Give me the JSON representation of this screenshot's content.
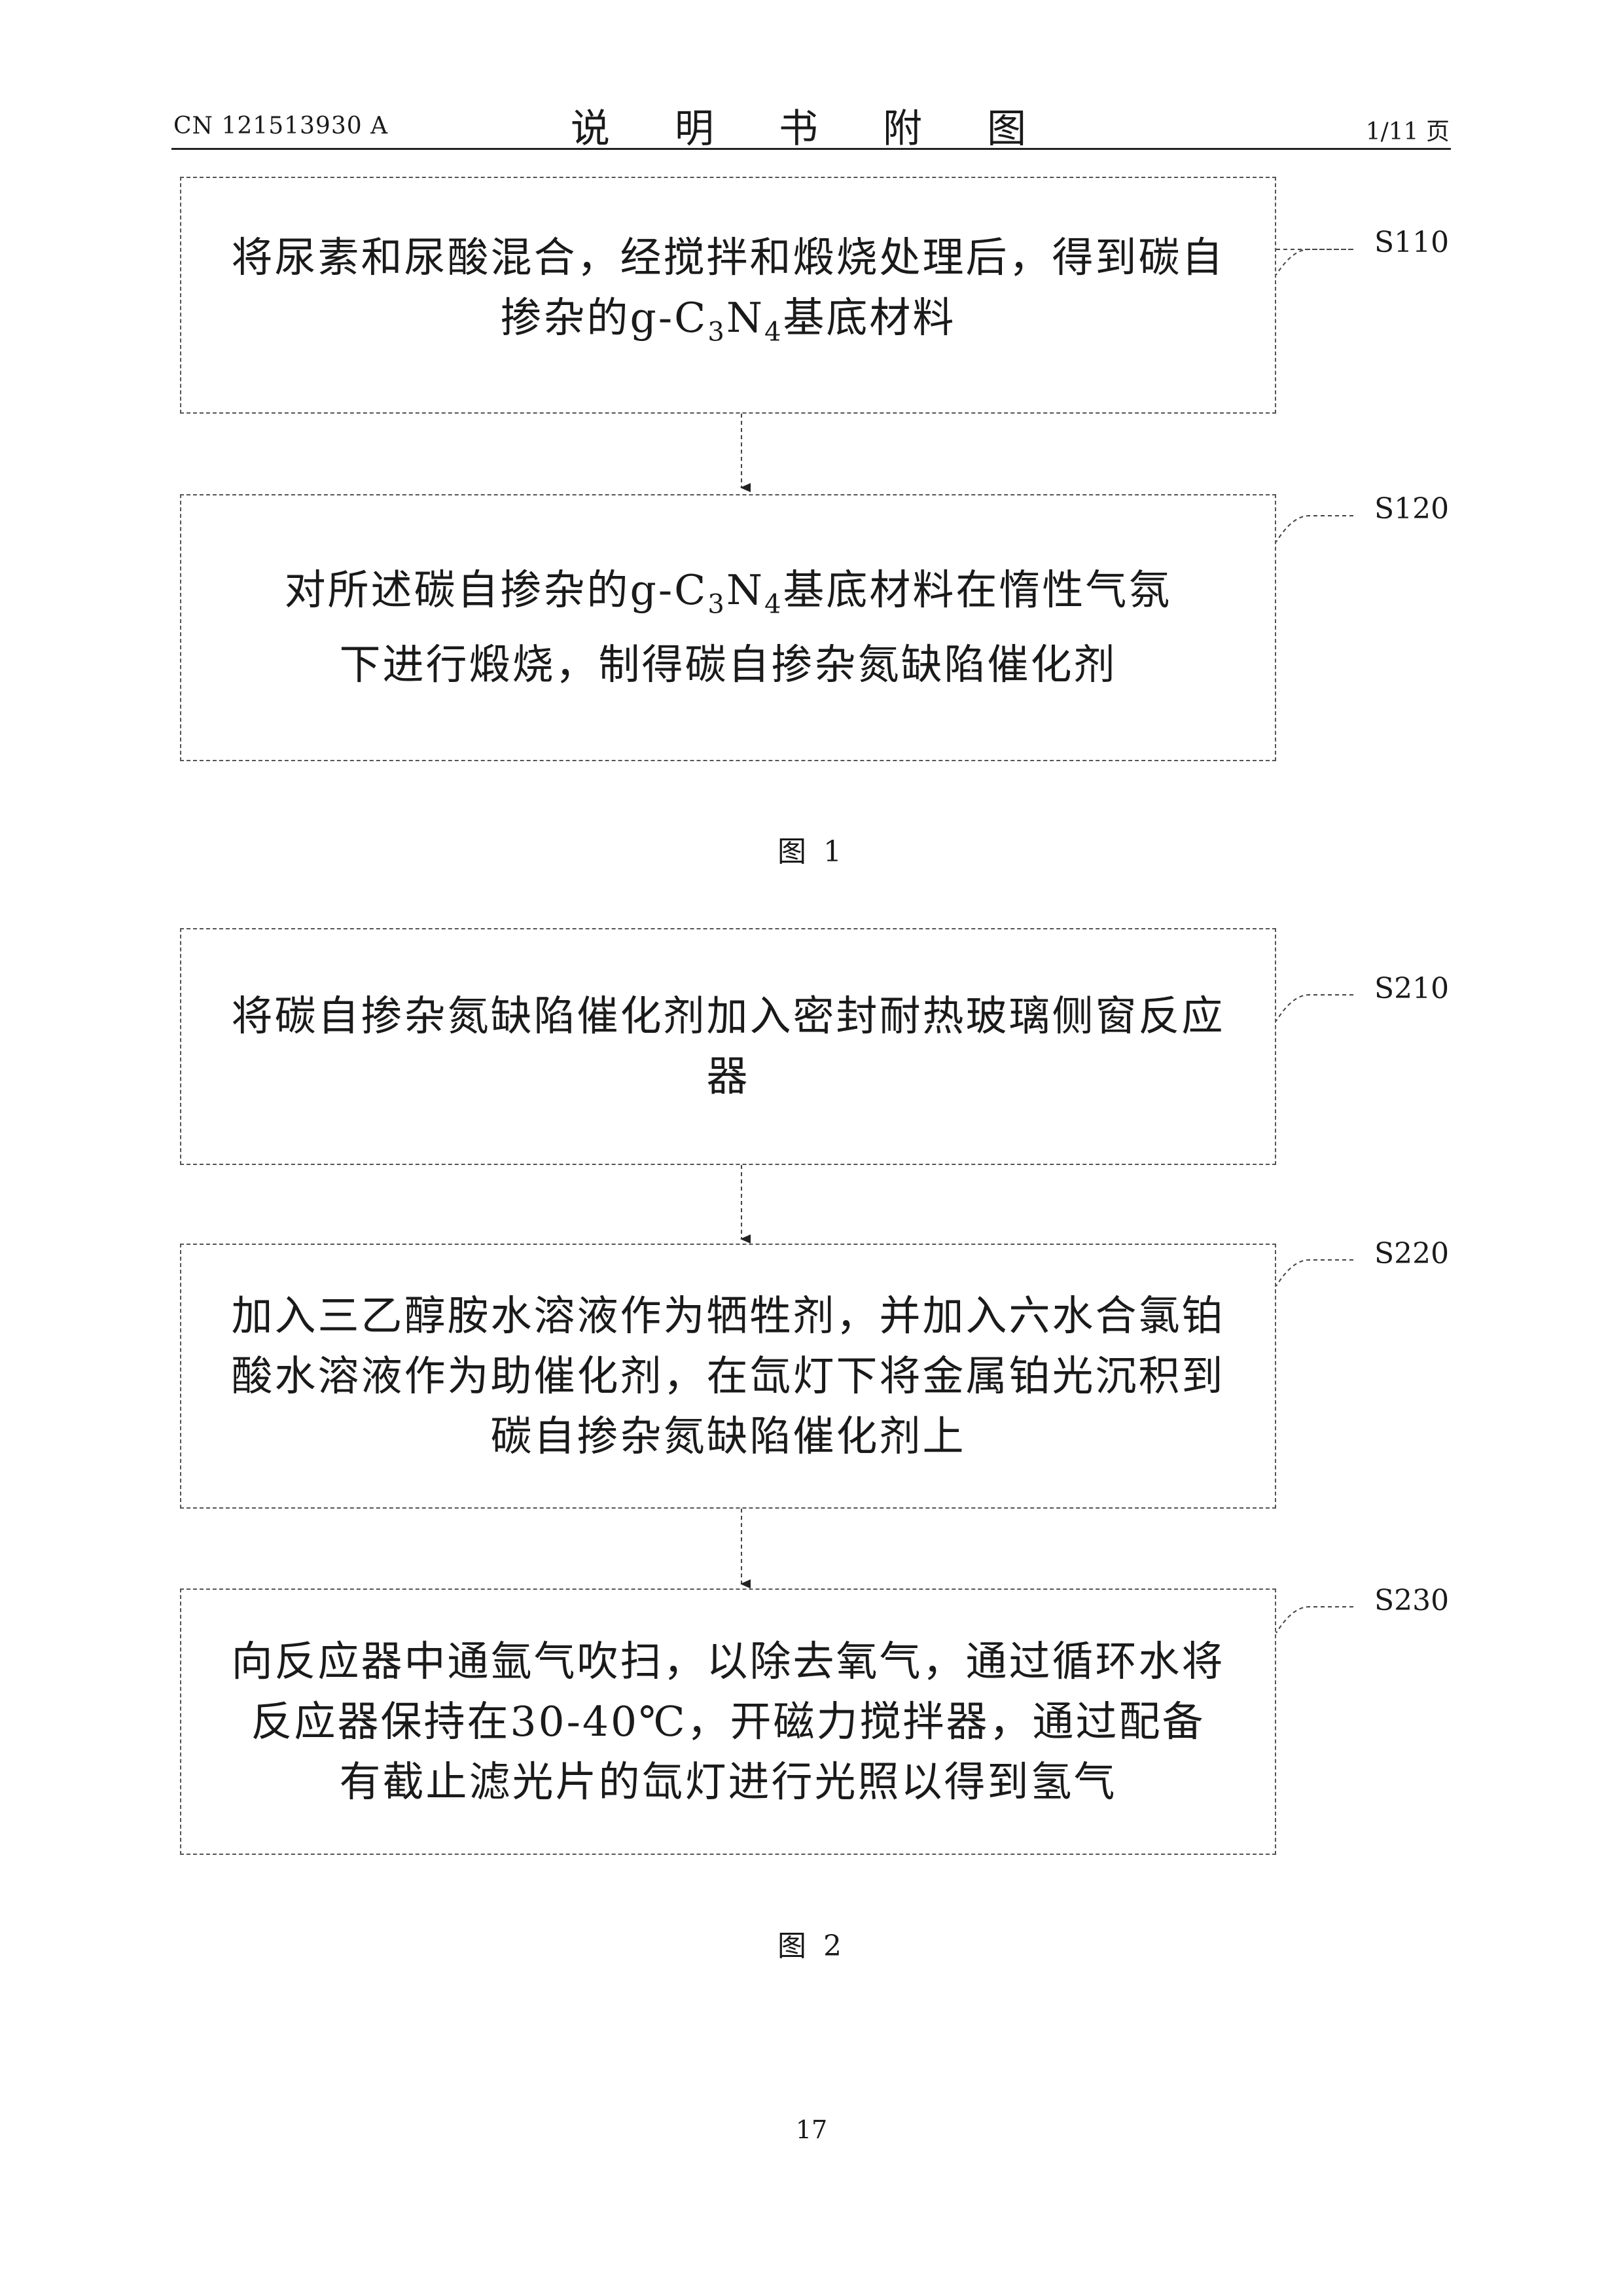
{
  "header": {
    "publication_number": "CN 121513930 A",
    "section_title": "说 明 书 附 图",
    "page_indicator": "1/11 页"
  },
  "figure1": {
    "caption": "图 1",
    "steps": [
      {
        "label": "S110",
        "text_before": "将尿素和尿酸混合，经搅拌和煅烧处理后，得到碳自\n掺杂的g-C",
        "sub1": "3",
        "mid": "N",
        "sub2": "4",
        "text_after": "基底材料"
      },
      {
        "label": "S120",
        "text_before": "对所述碳自掺杂的g-C",
        "sub1": "3",
        "mid": "N",
        "sub2": "4",
        "text_after": "基底材料在惰性气氛\n下进行煅烧，制得碳自掺杂氮缺陷催化剂"
      }
    ]
  },
  "figure2": {
    "caption": "图 2",
    "steps": [
      {
        "label": "S210",
        "text": "将碳自掺杂氮缺陷催化剂加入密封耐热玻璃侧窗反应\n器"
      },
      {
        "label": "S220",
        "text": "加入三乙醇胺水溶液作为牺牲剂，并加入六水合氯铂\n酸水溶液作为助催化剂，在氙灯下将金属铂光沉积到\n碳自掺杂氮缺陷催化剂上"
      },
      {
        "label": "S230",
        "text": "向反应器中通氩气吹扫，以除去氧气，通过循环水将\n反应器保持在30-40℃，开磁力搅拌器，通过配备\n有截止滤光片的氙灯进行光照以得到氢气"
      }
    ]
  },
  "page_number": "17"
}
